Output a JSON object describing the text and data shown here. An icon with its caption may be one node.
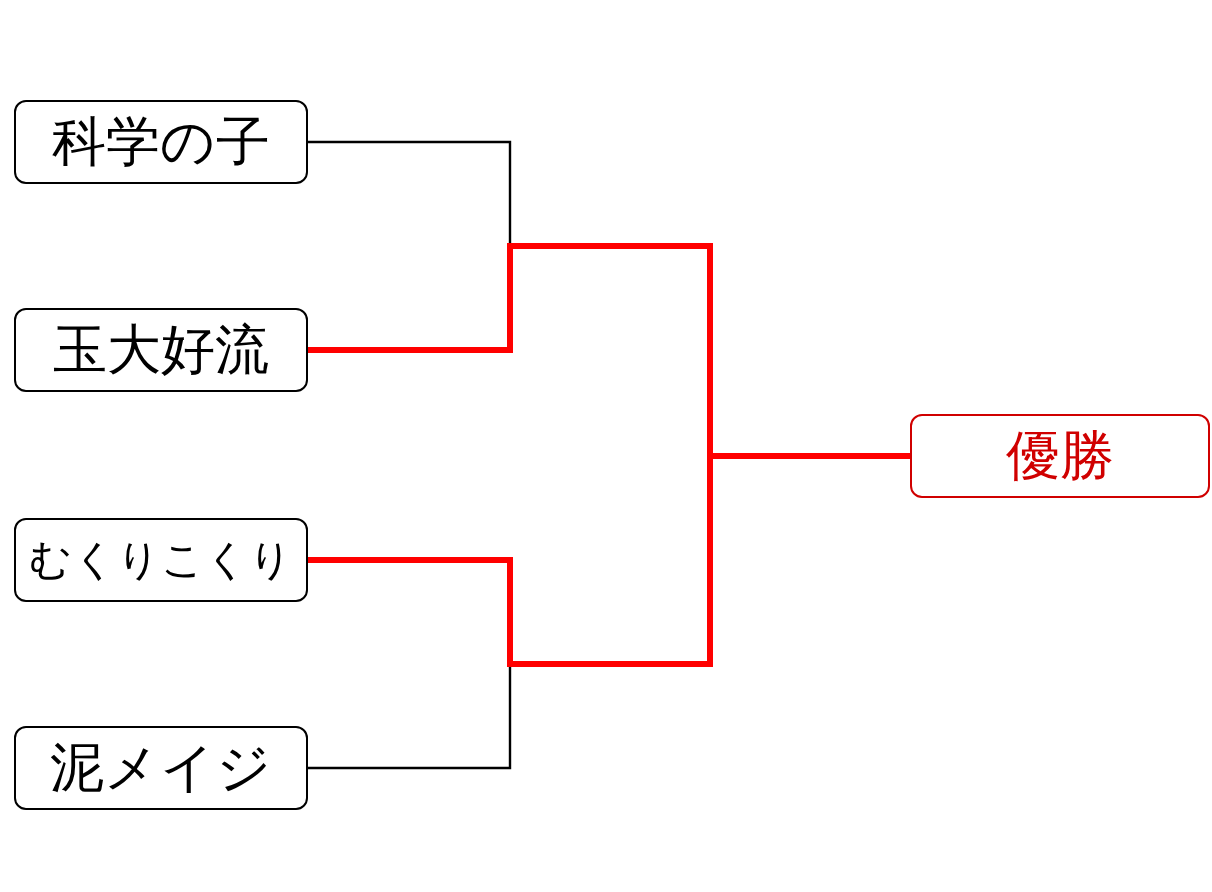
{
  "diagram": {
    "nodes": [
      {
        "text": [
          "科学の子"
        ]
      },
      {
        "text": [
          "玉大好流"
        ]
      },
      {
        "text": [
          "むくりこくり"
        ]
      },
      {
        "text": [
          "泥メイジ"
        ]
      },
      {
        "text": [
          "優勝"
        ]
      }
    ],
    "edges": [
      {
        "from": 0,
        "to": 4,
        "arrow": "none"
      },
      {
        "from": 1,
        "to": 4,
        "arrow": "none",
        "color": "#ff0000",
        "style": "thick"
      },
      {
        "from": 2,
        "to": 4,
        "arrow": "none",
        "color": "#ff0000",
        "style": "thick"
      },
      {
        "from": 3,
        "to": 4,
        "arrow": "none"
      }
    ]
  }
}
